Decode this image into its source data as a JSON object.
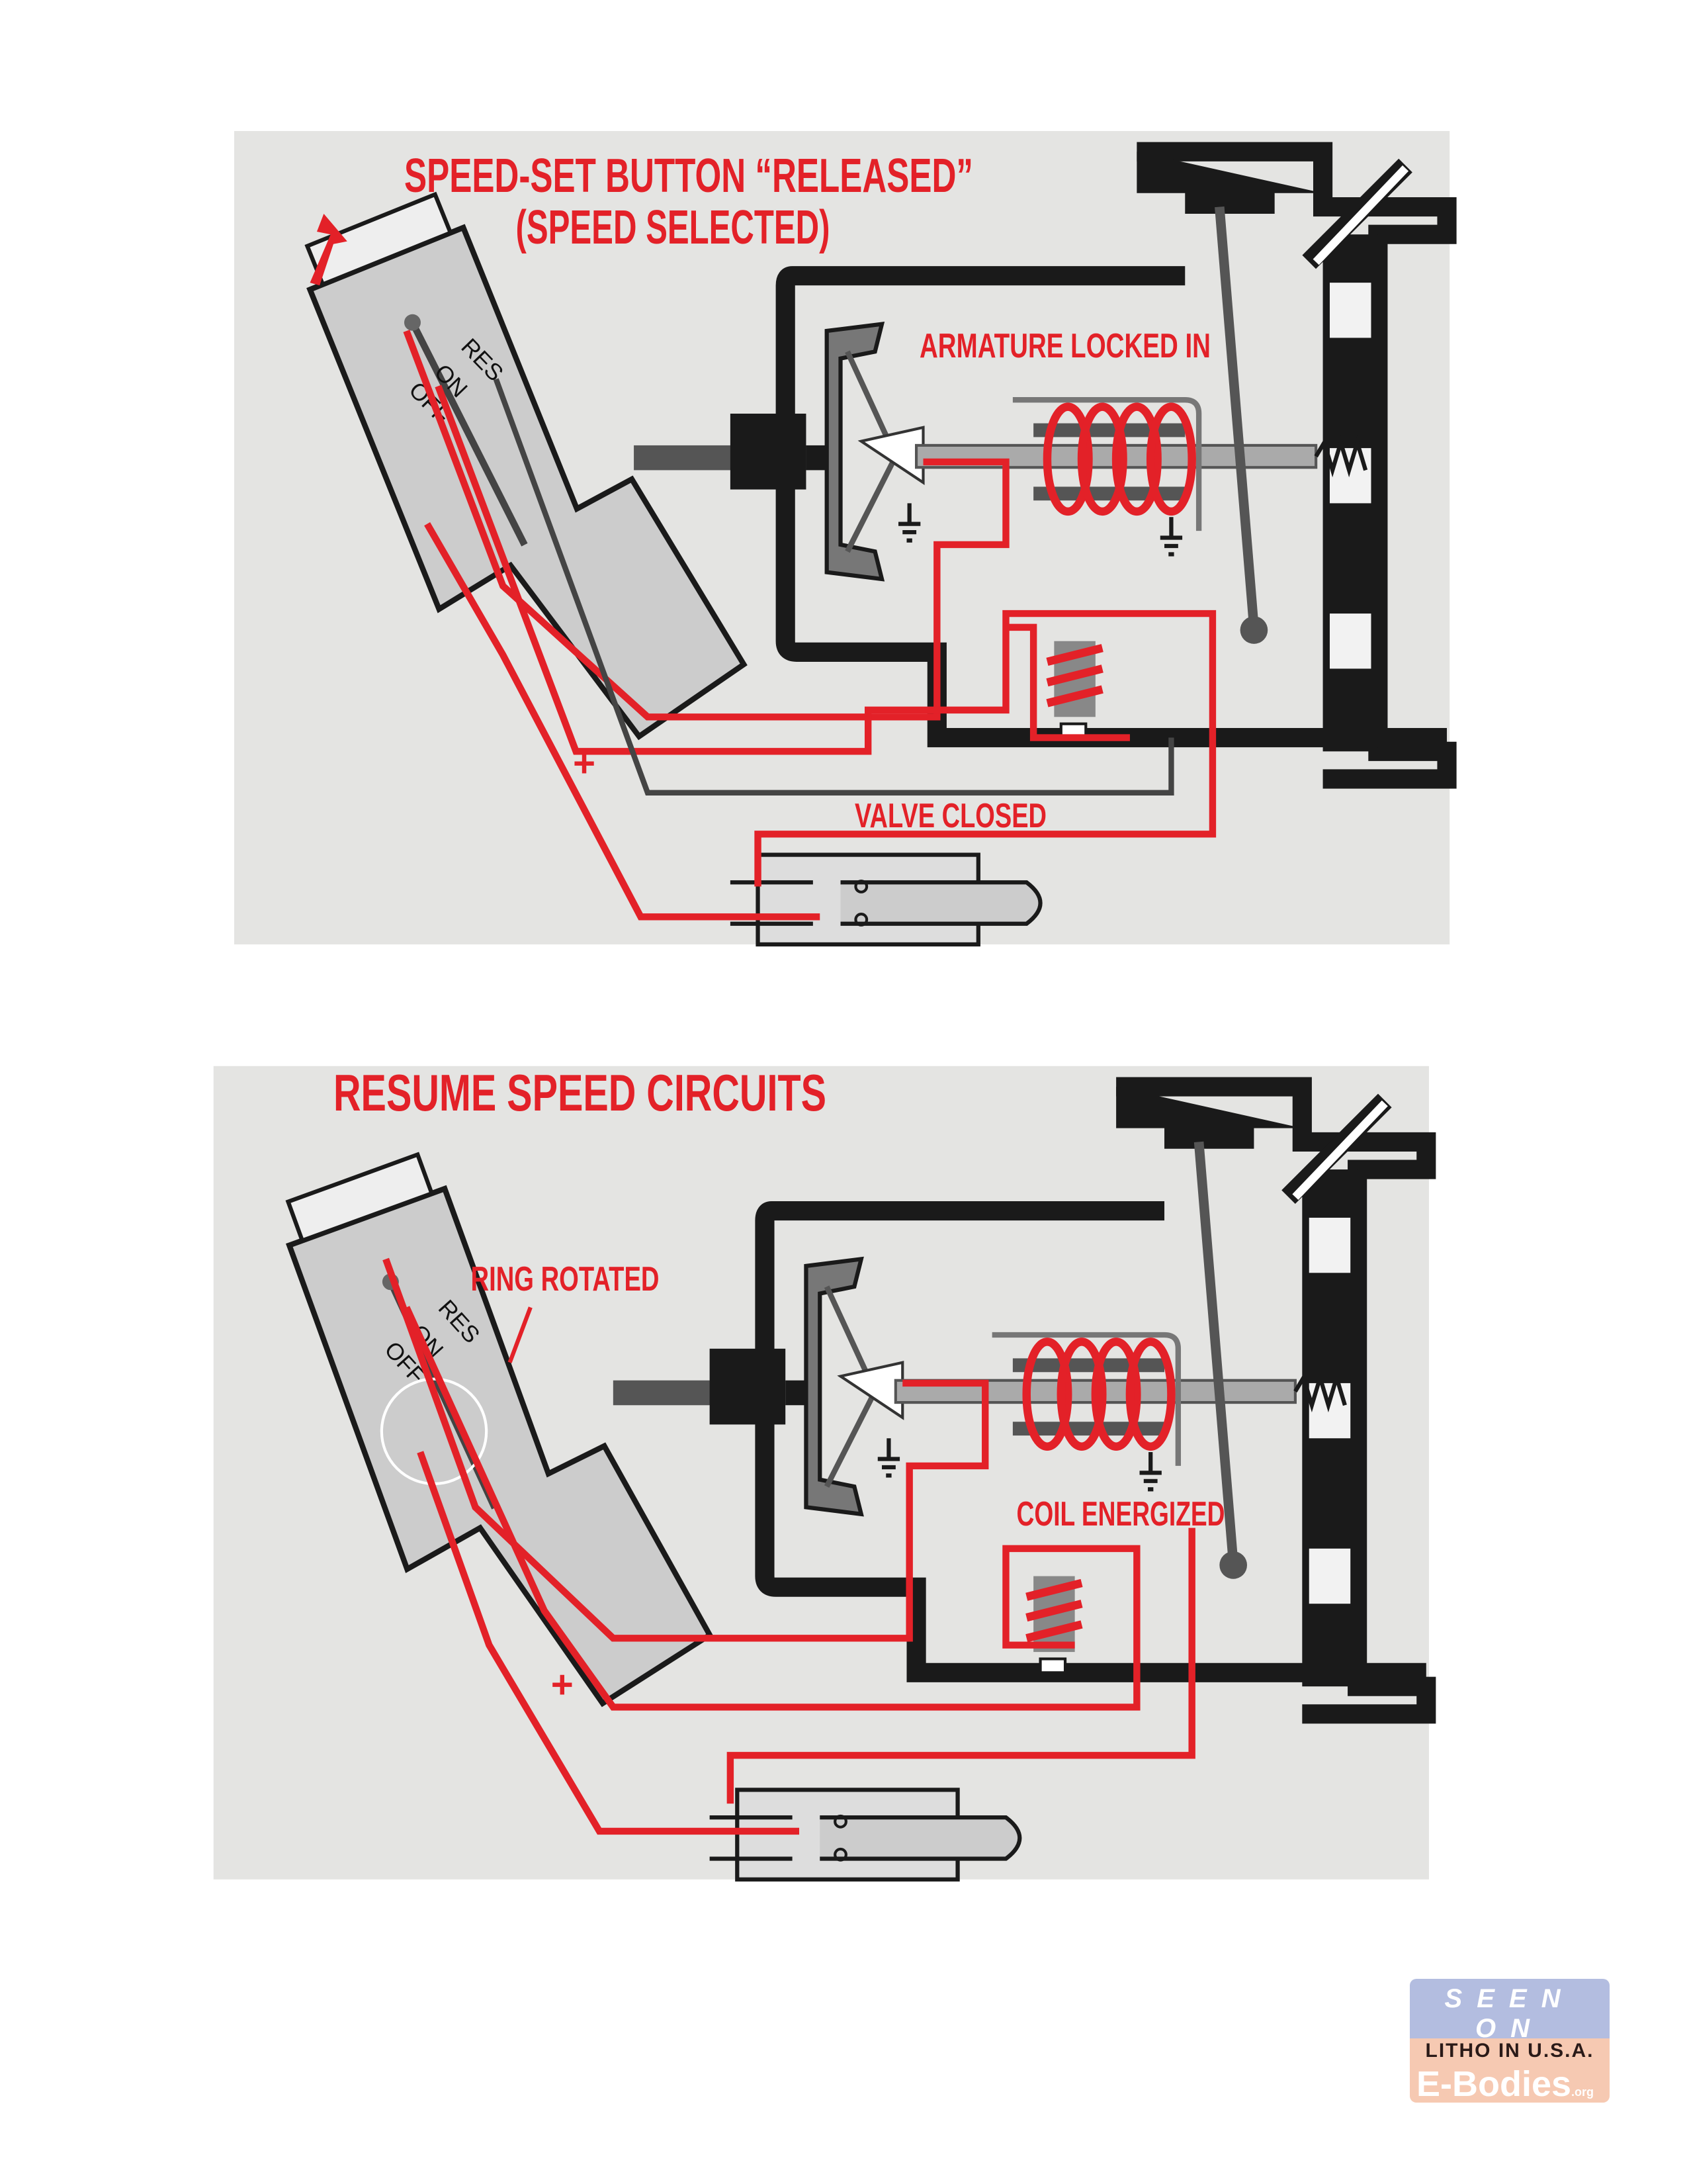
{
  "panel1": {
    "title_line1": "SPEED-SET BUTTON “RELEASED”",
    "title_line2": "(SPEED SELECTED)",
    "label_armature": "ARMATURE LOCKED IN",
    "label_valve": "VALVE CLOSED",
    "switch_res": "RES",
    "switch_on": "ON",
    "switch_off": "OFF",
    "plus": "+"
  },
  "panel2": {
    "title": "RESUME SPEED CIRCUITS",
    "label_ring": "RING ROTATED",
    "label_coil": "COIL ENERGIZED",
    "switch_res": "RES",
    "switch_on": "ON",
    "switch_off": "OFF",
    "plus": "+"
  },
  "logo": {
    "seen_on": "SEEN ON",
    "litho": "LITHO IN U.S.A.",
    "brand": "E-Bodies",
    "tld": ".org"
  },
  "colors": {
    "wire_red": "#e32128",
    "panel_bg": "#e4e4e2",
    "ink": "#1a1a1a"
  }
}
